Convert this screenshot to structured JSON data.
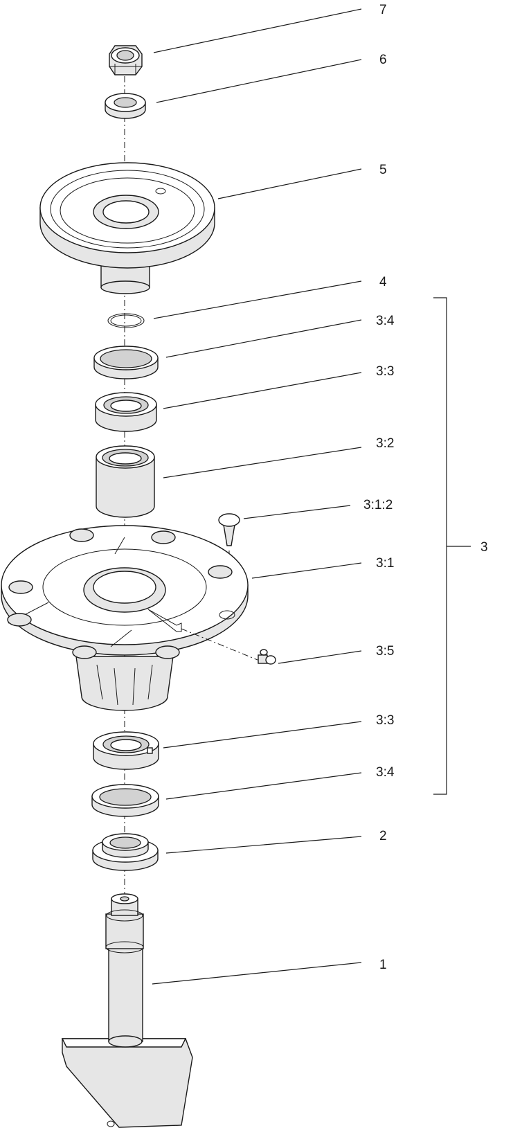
{
  "callouts": {
    "c7": "7",
    "c6": "6",
    "c5": "5",
    "c4": "4",
    "c3_4_top": "3:4",
    "c3_3_top": "3:3",
    "c3_2": "3:2",
    "c3_1_2": "3:1:2",
    "c3_1": "3:1",
    "c3_5": "3:5",
    "c3_3_bottom": "3:3",
    "c3_4_bottom": "3:4",
    "c2": "2",
    "c1": "1",
    "c3_group": "3"
  }
}
